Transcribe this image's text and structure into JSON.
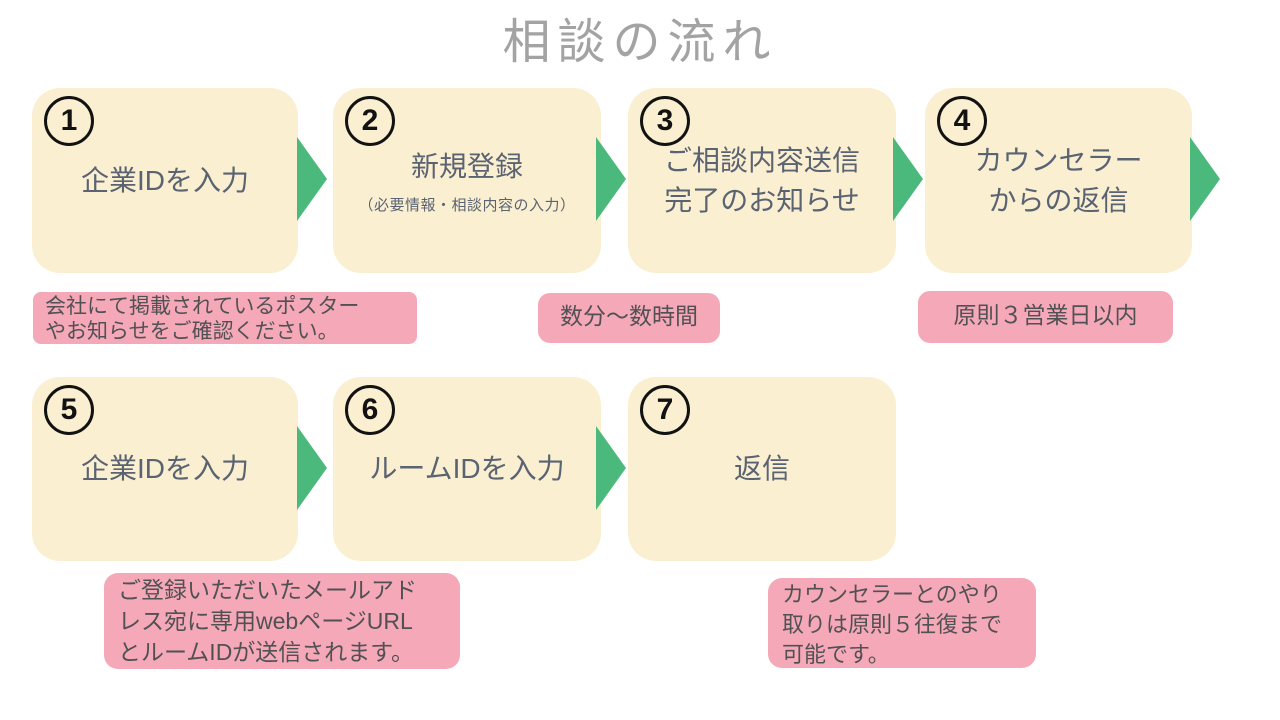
{
  "title": "相談の流れ",
  "steps": [
    {
      "number": "1",
      "label": "企業IDを入力"
    },
    {
      "number": "2",
      "label": "新規登録",
      "sub": "（必要情報・相談内容の入力）"
    },
    {
      "number": "3",
      "label": "ご相談内容送信\n完了のお知らせ"
    },
    {
      "number": "4",
      "label": "カウンセラー\nからの返信"
    },
    {
      "number": "5",
      "label": "企業IDを入力"
    },
    {
      "number": "6",
      "label": "ルームIDを入力"
    },
    {
      "number": "7",
      "label": "返信"
    }
  ],
  "notes": [
    {
      "text": "会社にて掲載されているポスター\nやお知らせをご確認ください。"
    },
    {
      "text": "数分～数時間"
    },
    {
      "text": "原則３営業日以内"
    },
    {
      "text": "ご登録いただいたメールアド\nレス宛に専用webページURL\nとルームIDが送信されます。"
    },
    {
      "text": "カウンセラーとのやり\n取りは原則５往復まで\n可能です。"
    }
  ],
  "colors": {
    "box_bg": "#fbefd1",
    "arrow_green": "#4cb97c",
    "note_pink": "#f5a8b8",
    "box_text": "#5a6372",
    "note_text": "#515154",
    "title_text": "#a3a3a3",
    "number_black": "#121212"
  }
}
